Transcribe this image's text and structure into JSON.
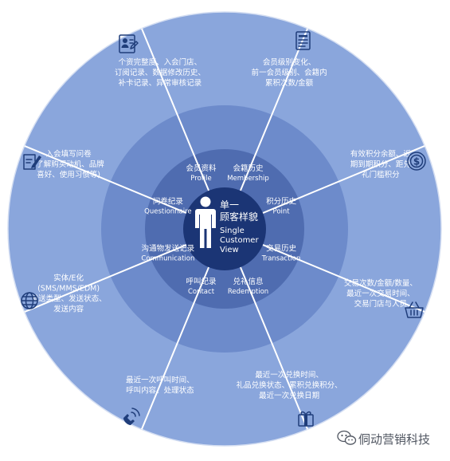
{
  "diagram": {
    "center": {
      "title_zh_line1": "单一",
      "title_zh_line2": "顾客样貌",
      "title_en_line1": "Single",
      "title_en_line2": "Customer",
      "title_en_line3": "View"
    },
    "segments": [
      {
        "id": "profile",
        "label_zh": "会员资料",
        "label_en": "Profile",
        "details": [
          "个资完整度、入会门店、",
          "订阅记录、数据修改历史、",
          "补卡记录、异常审核记录"
        ],
        "icon": "profile-card-icon"
      },
      {
        "id": "membership",
        "label_zh": "会籍历史",
        "label_en": "Membership",
        "details": [
          "会员级别变化、",
          "前一会员级别、会籍内",
          "累积次数/金额"
        ],
        "icon": "document-icon"
      },
      {
        "id": "point",
        "label_zh": "积分历史",
        "label_en": "Point",
        "details": [
          "有效积分余额、近",
          "期到期积分、距兑",
          "礼门槛积分"
        ],
        "icon": "dollar-coin-icon"
      },
      {
        "id": "transaction",
        "label_zh": "交易历史",
        "label_en": "Transaction",
        "details": [
          "交易次数/金额/数量、",
          "最近一次交易时间、",
          "交易门店与人员"
        ],
        "icon": "shopping-basket-icon"
      },
      {
        "id": "redemption",
        "label_zh": "兑礼信息",
        "label_en": "Redemption",
        "details": [
          "最近一次兑换时间、",
          "礼品兑换状态、累积兑换积分、",
          "最近一次兑换日期"
        ],
        "icon": "gift-box-icon"
      },
      {
        "id": "contact",
        "label_zh": "呼叫纪录",
        "label_en": "Contact",
        "details": [
          "最近一次呼叫时间、",
          "呼叫内容、处理状态"
        ],
        "icon": "phone-handset-icon"
      },
      {
        "id": "communication",
        "label_zh": "沟通物发送记录",
        "label_en": "Communication",
        "details": [
          "实体/E化",
          "(SMS/MMS/EDM)",
          "发送类型、发送状态、",
          "发送内容"
        ],
        "icon": "globe-icon"
      },
      {
        "id": "questionnaire",
        "label_zh": "问卷纪录",
        "label_en": "Questionnaire",
        "details": [
          "入会填写问卷",
          "(了解购买动机、品牌",
          "喜好、使用习惯等)"
        ],
        "icon": "questionnaire-pen-icon"
      }
    ]
  },
  "watermark": {
    "text": "侗动营销科技",
    "icon": "wechat-icon"
  },
  "colors": {
    "outer_ring": "#8aa6dc",
    "middle_ring": "#6d8bcb",
    "inner_ring": "#4f6cb0",
    "core": "#1b3575",
    "divider": "#ffffff",
    "icon": "#1f3d7a"
  }
}
